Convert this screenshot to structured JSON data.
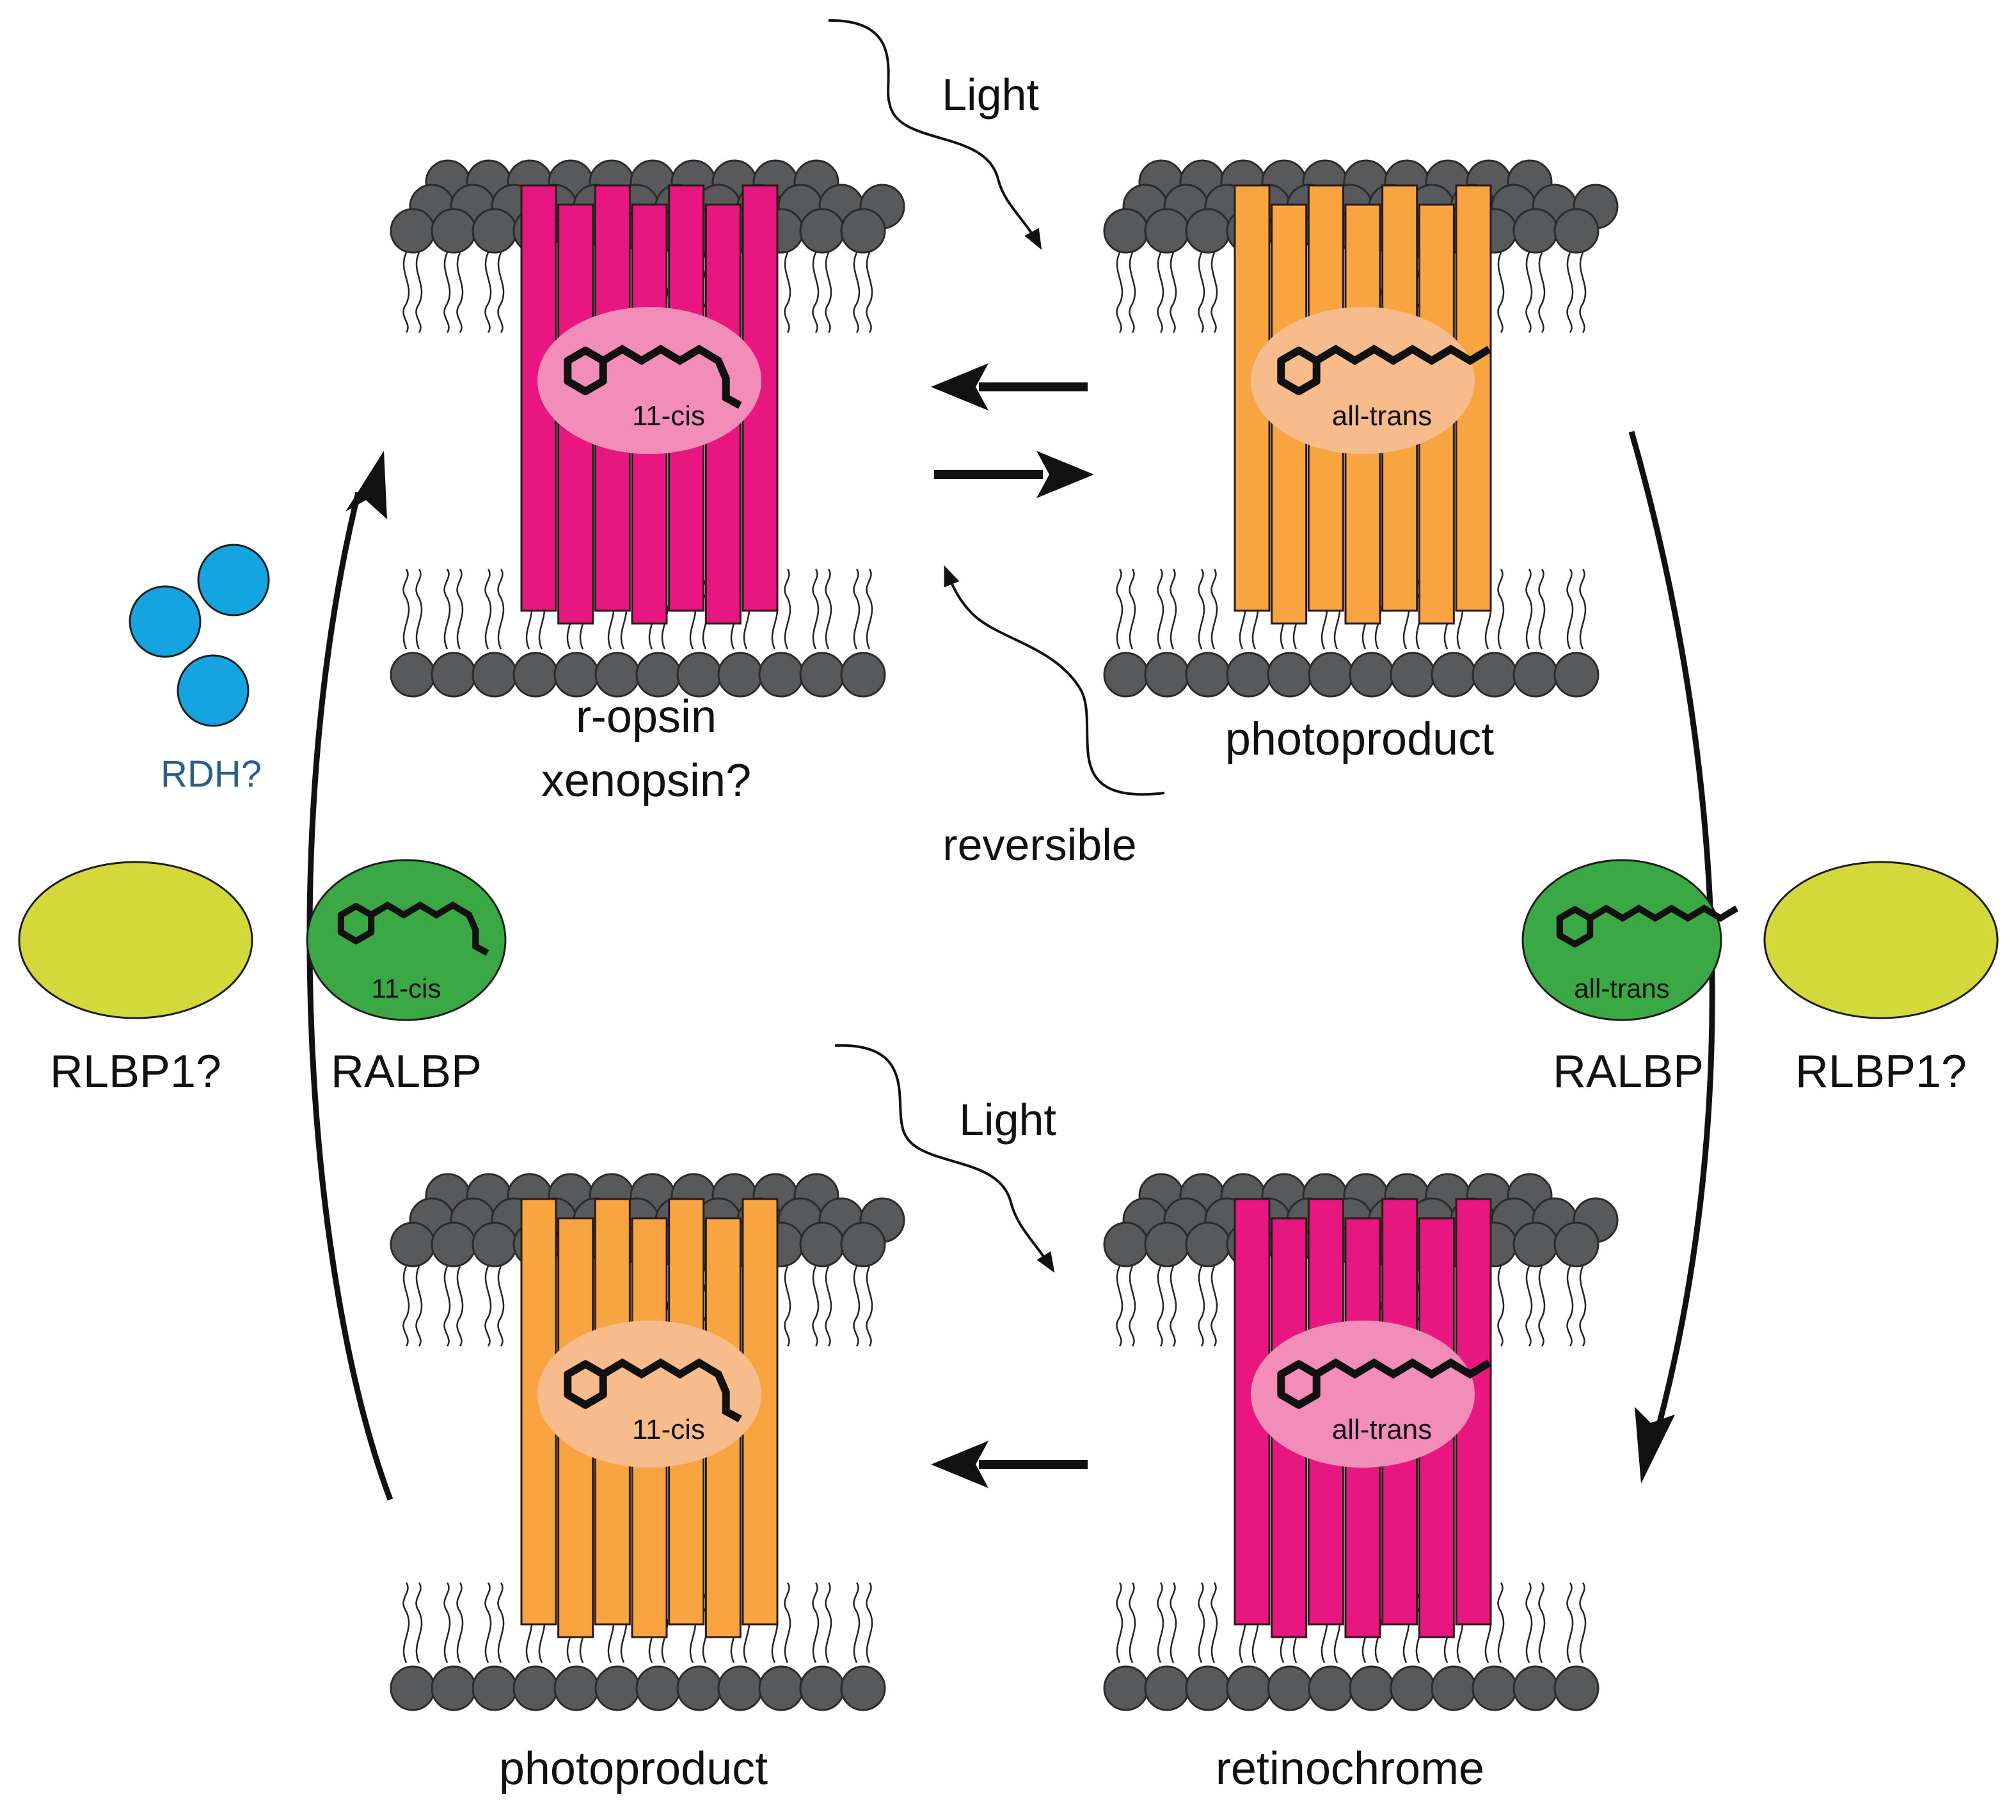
{
  "colors": {
    "lipid_head": "#58595b",
    "lipid_outline": "#2b2b2b",
    "magenta_protein": "#e8177f",
    "magenta_pocket": "#f28cb8",
    "orange_protein": "#f8a541",
    "orange_pocket": "#f8bb8c",
    "ralbp": "#3aa845",
    "rlbp1": "#d3d93a",
    "rdh": "#14a5e0",
    "arrow": "#111111"
  },
  "labels": {
    "light_top": "Light",
    "light_bottom": "Light",
    "reversible": "reversible",
    "rdh": "RDH?",
    "rlbp1_left": "RLBP1?",
    "rlbp1_right": "RLBP1?",
    "ralbp_left": "RALBP",
    "ralbp_right": "RALBP"
  },
  "proteins": {
    "top_left": {
      "name_line1": "r-opsin",
      "name_line2": "xenopsin?",
      "retinal": "11-cis",
      "color": "magenta"
    },
    "top_right": {
      "name": "photoproduct",
      "retinal": "all-trans",
      "color": "orange"
    },
    "bottom_left": {
      "name": "photoproduct",
      "retinal": "11-cis",
      "color": "orange"
    },
    "bottom_right": {
      "name": "retinochrome",
      "retinal": "all-trans",
      "color": "magenta"
    }
  },
  "binding_proteins": {
    "ralbp_left_retinal": "11-cis",
    "ralbp_right_retinal": "all-trans"
  },
  "icons": {
    "retinal": "retinal-molecule-icon",
    "lipid": "phospholipid-icon"
  }
}
